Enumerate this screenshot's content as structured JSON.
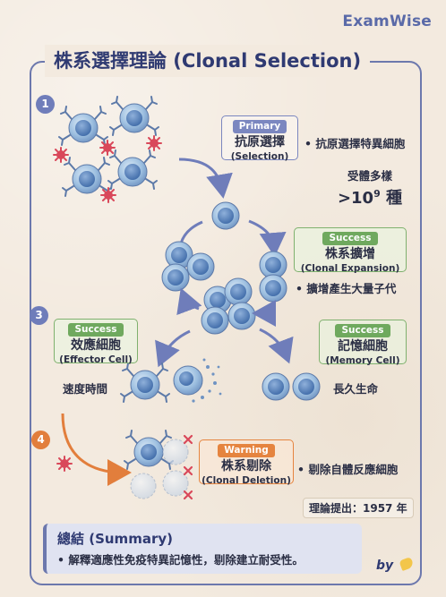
{
  "brand": "ExamWise",
  "title": "株系選擇理論 (Clonal Selection)",
  "steps": {
    "s1": "1",
    "s3": "3",
    "s4": "4"
  },
  "primary_tag": {
    "pill": "Primary",
    "main": "抗原選擇",
    "sub": "(Selection)"
  },
  "selection_note": "• 抗原選擇特異細胞",
  "diversity": {
    "label": "受體多樣",
    "prefix": ">10",
    "exp": "9",
    "suffix": " 種"
  },
  "expansion_tag": {
    "pill": "Success",
    "main": "株系擴增",
    "sub": "(Clonal Expansion)"
  },
  "expansion_note": "• 擴增產生大量子代",
  "effector_tag": {
    "pill": "Success",
    "main": "效應細胞",
    "sub": "(Effector Cell)"
  },
  "effector_note": "速度時間",
  "memory_tag": {
    "pill": "Success",
    "main": "記憶細胞",
    "sub": "(Memory Cell)"
  },
  "memory_note": "長久生命",
  "deletion_tag": {
    "pill": "Warning",
    "main": "株系剔除",
    "sub": "(Clonal Deletion)"
  },
  "deletion_note": "• 剔除自體反應細胞",
  "year_note": "理論提出：1957 年",
  "summary": {
    "heading": "總結 (Summary)",
    "body": "• 解釋適應性免疫特異記憶性，剔除建立耐受性。"
  },
  "by": "by",
  "colors": {
    "accent": "#6c78ad",
    "success": "#6fa95e",
    "warning": "#e5843f",
    "cell": "#8fb2d6"
  }
}
